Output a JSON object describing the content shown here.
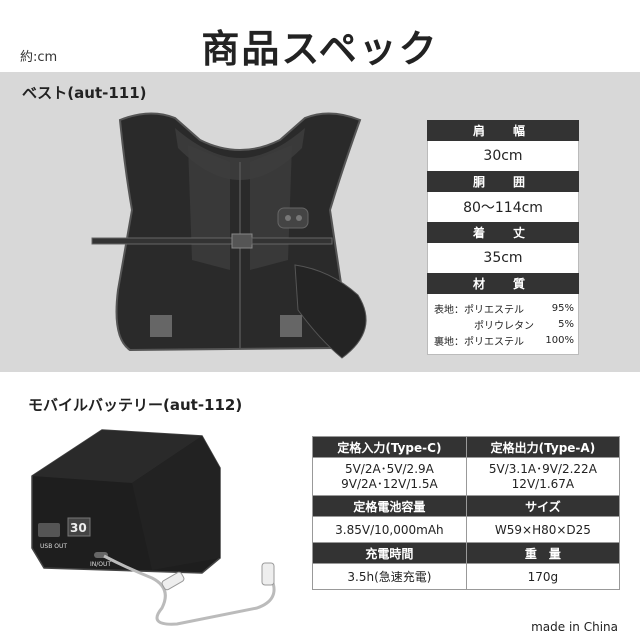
{
  "header": {
    "title": "商品スペック",
    "unit": "約:cm"
  },
  "vest": {
    "label": "ベスト(aut-111)",
    "specs": [
      {
        "heading": "肩　幅",
        "value": "30cm"
      },
      {
        "heading": "胴　囲",
        "value": "80〜114cm"
      },
      {
        "heading": "着　丈",
        "value": "35cm"
      }
    ],
    "material": {
      "heading": "材　質",
      "rows": [
        {
          "label": "表地：ポリエステル",
          "percent": "95%"
        },
        {
          "label": "ポリウレタン",
          "percent": "5%"
        },
        {
          "label": "裏地：ポリエステル",
          "percent": "100%"
        }
      ]
    }
  },
  "battery": {
    "label": "モバイルバッテリー(aut-112)",
    "device_labels": {
      "usb_out": "USB OUT",
      "in_out": "IN/OUT",
      "display": "30"
    },
    "specs": {
      "input_heading": "定格入力(Type-C)",
      "input_line1": "5V/2A･5V/2.9A",
      "input_line2": "9V/2A･12V/1.5A",
      "output_heading": "定格出力(Type-A)",
      "output_line1": "5V/3.1A･9V/2.22A",
      "output_line2": "12V/1.67A",
      "capacity_heading": "定格電池容量",
      "capacity_value": "3.85V/10,000mAh",
      "size_heading": "サイズ",
      "size_value": "W59×H80×D25",
      "charge_heading": "充電時間",
      "charge_value": "3.5h(急速充電)",
      "weight_heading": "重　量",
      "weight_value": "170g"
    }
  },
  "footer": {
    "origin": "made in China"
  },
  "colors": {
    "panel_bg": "#d8d8d8",
    "header_bg": "#333333",
    "vest": "#2a2a2a"
  }
}
